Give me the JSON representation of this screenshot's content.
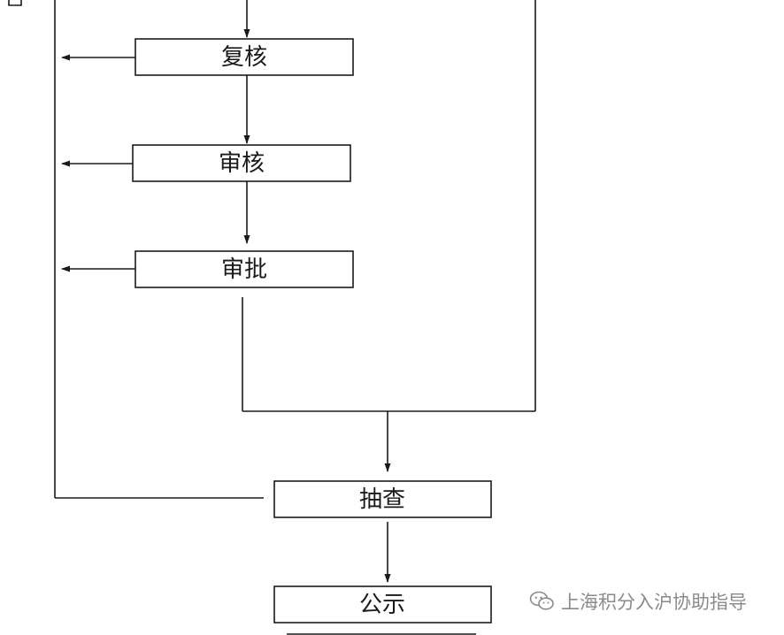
{
  "diagram": {
    "nodes": {
      "recheck": "复核",
      "review": "审核",
      "approve": "审批",
      "spot_check": "抽查",
      "publicize": "公示"
    }
  },
  "watermark": {
    "text": "上海积分入沪协助指导",
    "icon": "wechat-icon"
  }
}
